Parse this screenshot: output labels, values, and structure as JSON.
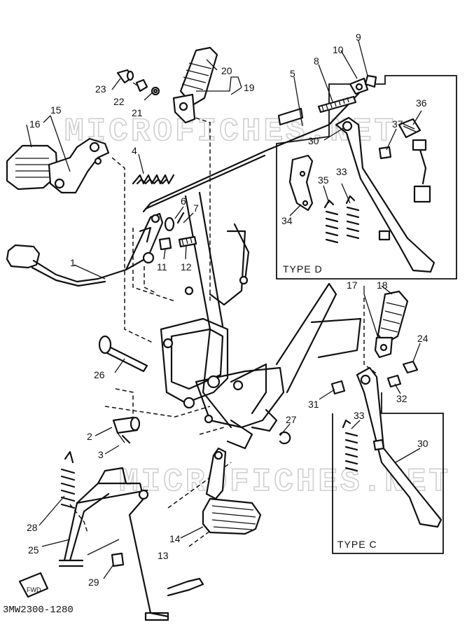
{
  "diagram": {
    "drawing_code": "3MW2300-1280",
    "type_labels": {
      "type_d": "TYPE D",
      "type_c": "TYPE C"
    },
    "fwd_label": "FWD",
    "watermark": "MICROFICHES.NET",
    "part_numbers": [
      "1",
      "2",
      "3",
      "4",
      "5",
      "6",
      "7",
      "8",
      "9",
      "10",
      "11",
      "12",
      "13",
      "14",
      "15",
      "16",
      "17",
      "18",
      "19",
      "20",
      "21",
      "22",
      "23",
      "24",
      "25",
      "26",
      "27",
      "28",
      "29",
      "30",
      "31",
      "32",
      "33",
      "34",
      "35",
      "36",
      "37",
      "30",
      "33"
    ]
  }
}
